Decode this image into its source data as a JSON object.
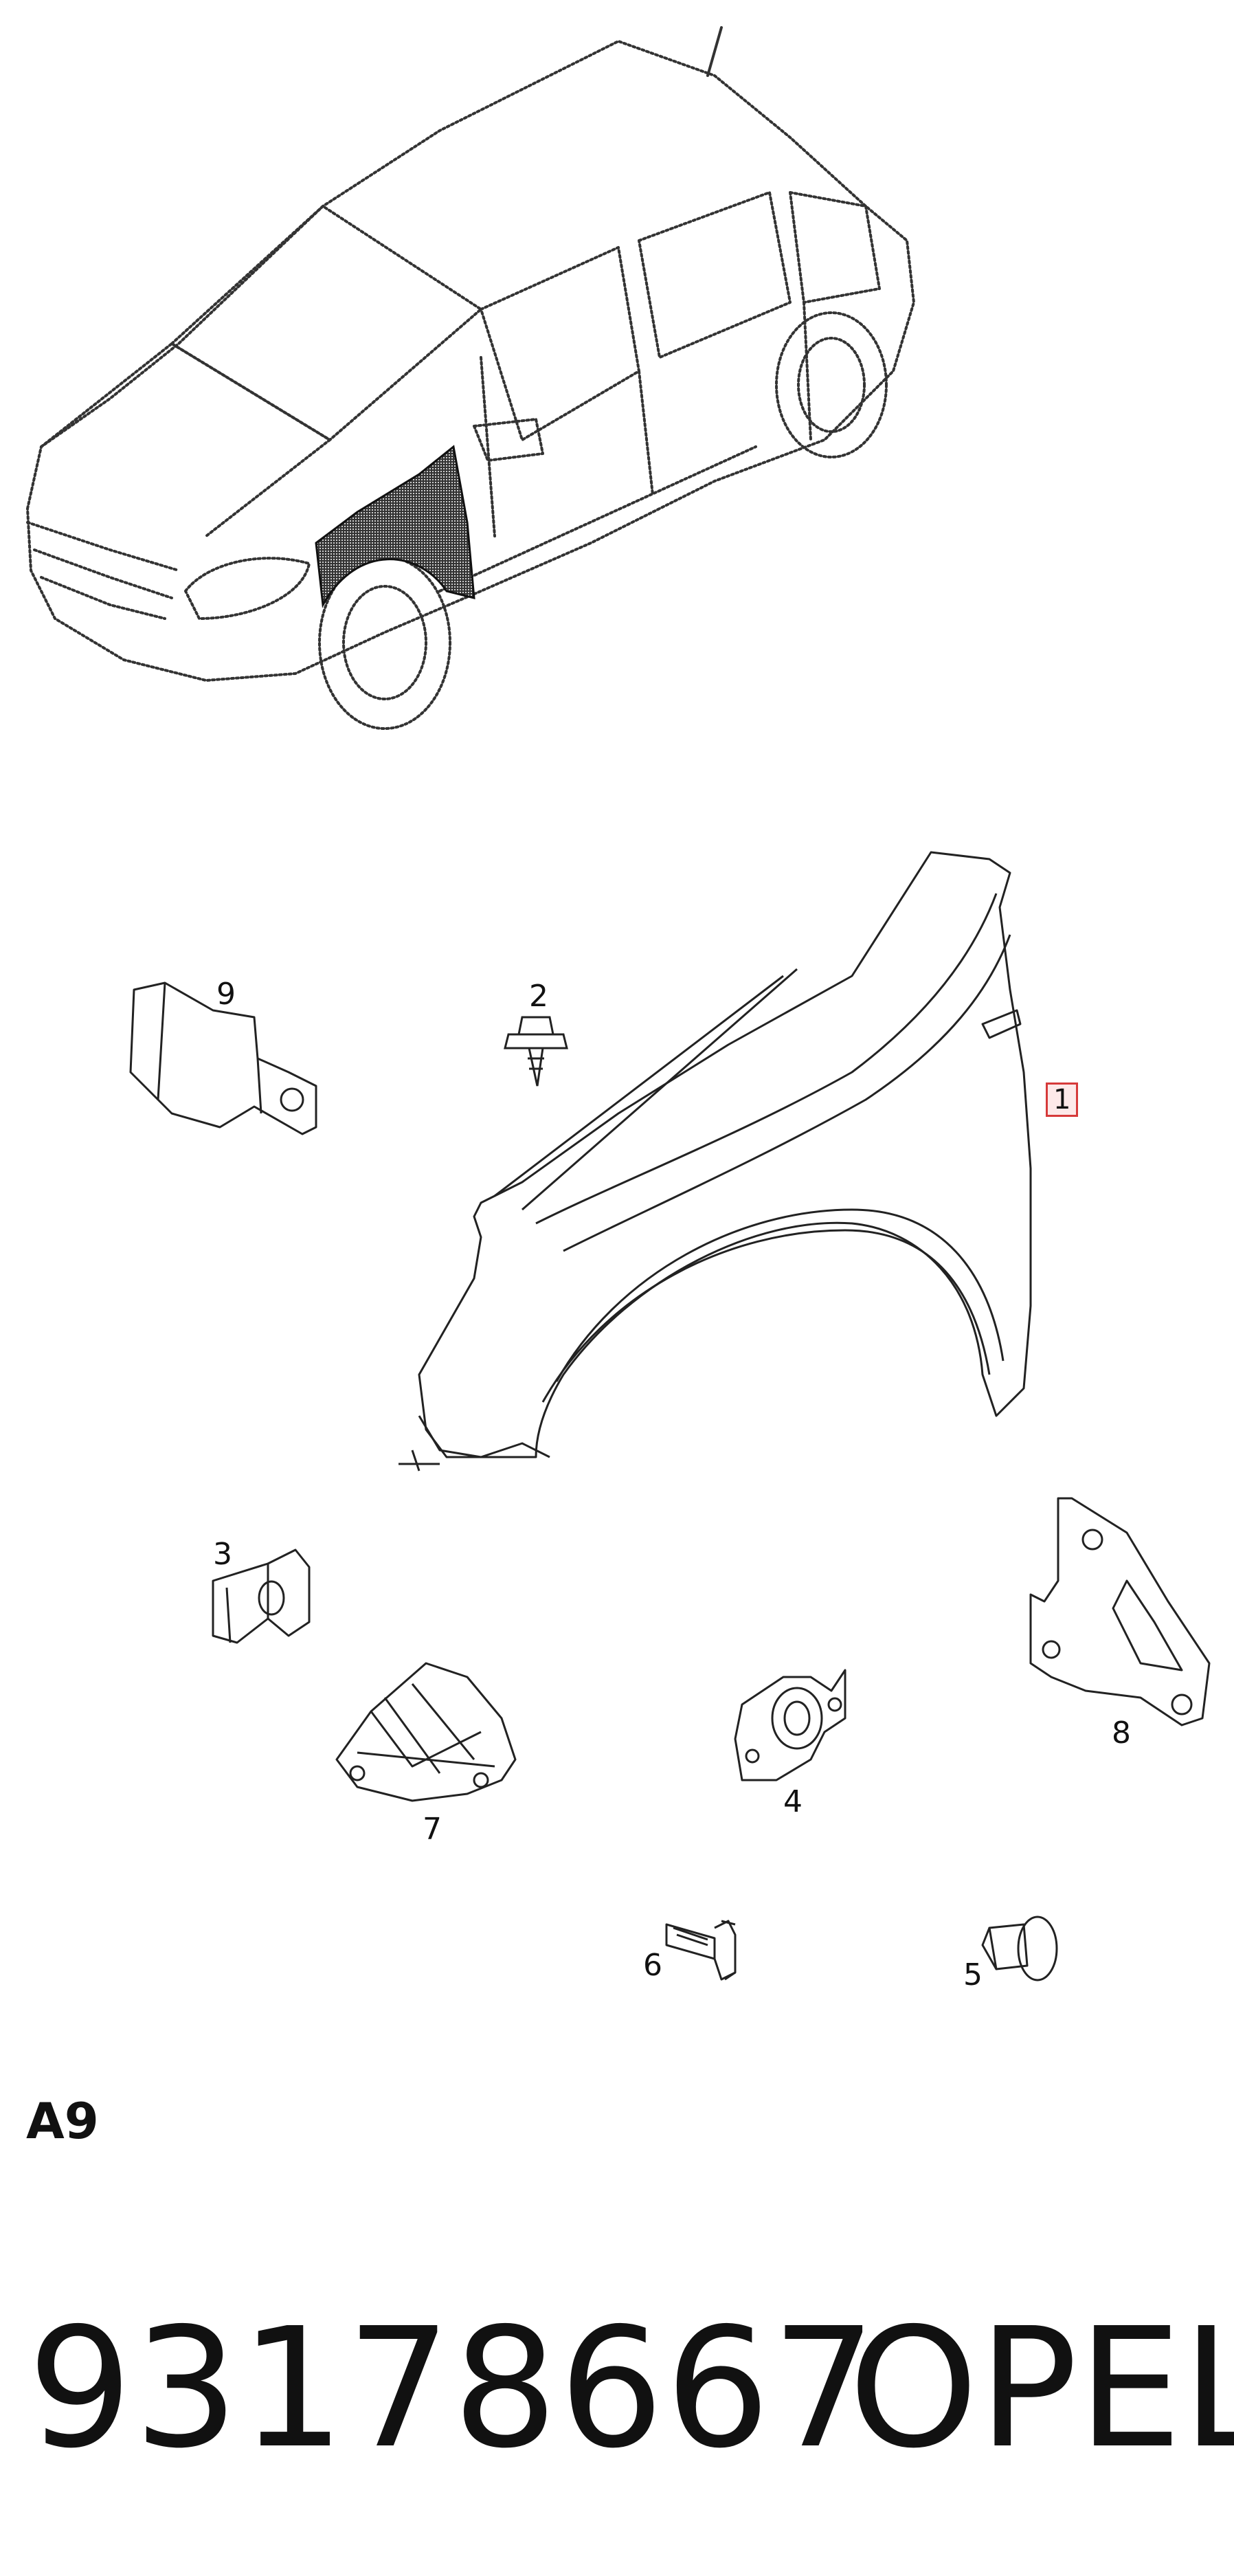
{
  "diagram": {
    "callouts": {
      "p1": "1",
      "p2": "2",
      "p3": "3",
      "p4": "4",
      "p5": "5",
      "p6": "6",
      "p7": "7",
      "p8": "8",
      "p9": "9"
    },
    "highlight_color": "#d63a3a",
    "section_code": "A9"
  },
  "footer": {
    "part_number": "93178667",
    "brand": "OPEL"
  }
}
